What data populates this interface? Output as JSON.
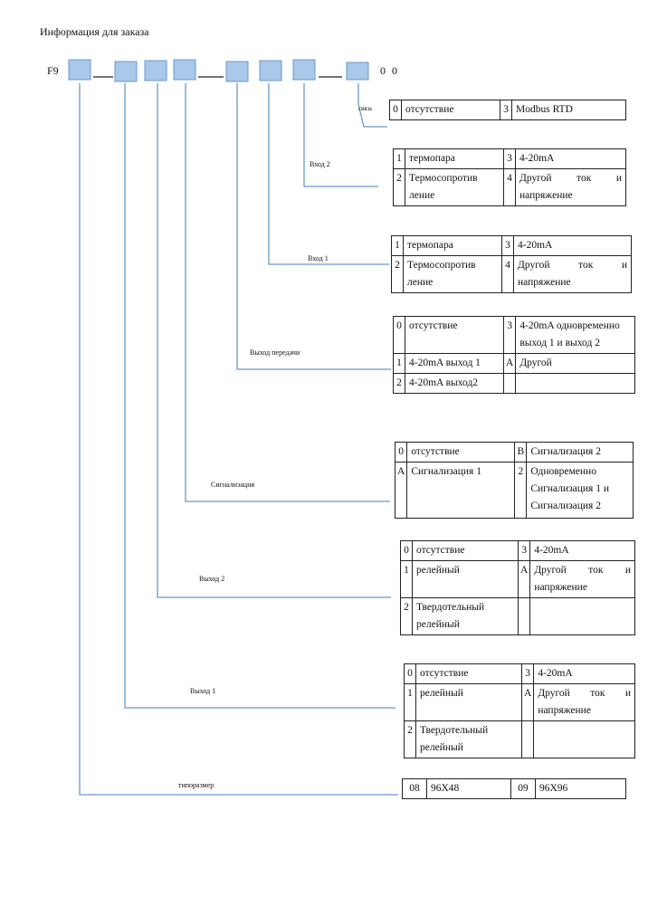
{
  "title": "Информация для заказа",
  "model_prefix": "F9",
  "model_suffix": "0 0",
  "slot_color": "#a9c8ea",
  "line_color": "#6b98c8",
  "groups": {
    "comm": {
      "label": "связь",
      "opt0_code": "0",
      "opt0_text": "отсутствие",
      "opt3_code": "3",
      "opt3_text": "Modbus RTD"
    },
    "in2": {
      "label": "Вход 2",
      "r1_a_code": "1",
      "r1_a_text": "термопара",
      "r1_b_code": "3",
      "r1_b_text": "4-20mA",
      "r2_a_code": "2",
      "r2_a_text": "Термосопротив ление",
      "r2_b_code": "4",
      "r2_b_text1": "Другой ток и",
      "r2_b_text2": "напряжение"
    },
    "in1": {
      "label": "Вход 1",
      "r1_a_code": "1",
      "r1_a_text": "термопара",
      "r1_b_code": "3",
      "r1_b_text": "4-20mA",
      "r2_a_code": "2",
      "r2_a_text": "Термосопротив ление",
      "r2_b_code": "4",
      "r2_b_text1": "Другой ток и",
      "r2_b_text2": "напряжение"
    },
    "transmit": {
      "label": "Выход передачи",
      "r1_a_code": "0",
      "r1_a_text": "отсутствие",
      "r1_b_code": "3",
      "r1_b_text": "4-20mA одновременно выход 1 и выход 2",
      "r2_a_code": "1",
      "r2_a_text": "4-20mA выход 1",
      "r2_b_code": "A",
      "r2_b_text": "Другой",
      "r3_a_code": "2",
      "r3_a_text": "4-20mA выход2"
    },
    "alarm": {
      "label": "Сигнализация",
      "r1_a_code": "0",
      "r1_a_text": "отсутствие",
      "r1_b_code": "B",
      "r1_b_text": "Сигнализация 2",
      "r2_a_code": "A",
      "r2_a_text": "Сигнализация 1",
      "r2_b_code": "2",
      "r2_b_text": "Одновременно Сигнализация 1 и Сигнализация 2"
    },
    "out2": {
      "label": "Выход 2",
      "r1_a_code": "0",
      "r1_a_text": "отсутствие",
      "r1_b_code": "3",
      "r1_b_text": "4-20mA",
      "r2_a_code": "1",
      "r2_a_text": "релейный",
      "r2_b_code": "A",
      "r2_b_text1": "Другой ток и",
      "r2_b_text2": "напряжение",
      "r3_a_code": "2",
      "r3_a_text": "Твердотельный релейный"
    },
    "out1": {
      "label": "Выход 1",
      "r1_a_code": "0",
      "r1_a_text": "отсутствие",
      "r1_b_code": "3",
      "r1_b_text": "4-20mA",
      "r2_a_code": "1",
      "r2_a_text": "релейный",
      "r2_b_code": "A",
      "r2_b_text1": "Другой ток и",
      "r2_b_text2": "напряжение",
      "r3_a_code": "2",
      "r3_a_text": "Твердотельный релейный"
    },
    "size": {
      "label": "типоразмер",
      "a_code": "08",
      "a_text": "96X48",
      "b_code": "09",
      "b_text": "96X96"
    }
  }
}
